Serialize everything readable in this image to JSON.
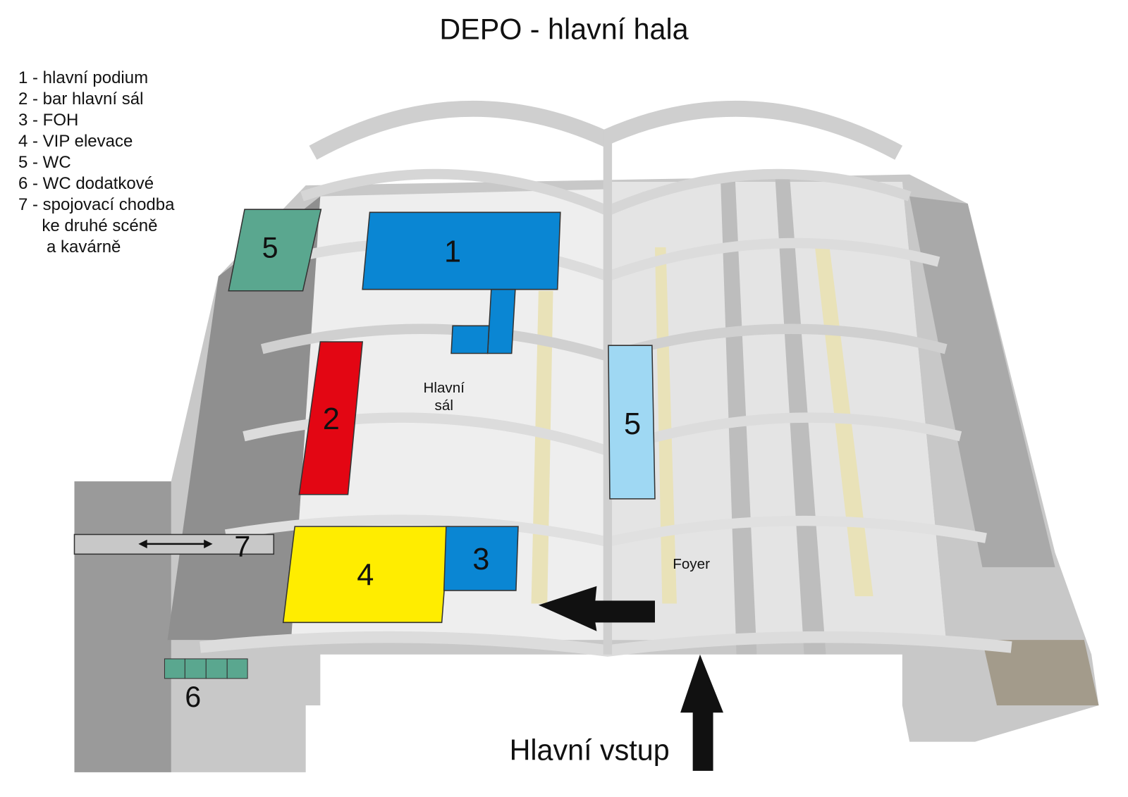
{
  "title": "DEPO - hlavní hala",
  "legend": [
    "1 - hlavní podium",
    "2 - bar hlavní sál",
    "3 - FOH",
    "4 - VIP elevace",
    "5 - WC",
    "6 - WC dodatkové",
    "7 - spojovací chodba",
    "     ke druhé scéně",
    "      a kavárně"
  ],
  "zones": {
    "wc_left": {
      "label": "5",
      "color": "#5aa78f"
    },
    "podium": {
      "label": "1",
      "color": "#0a86d3"
    },
    "bar": {
      "label": "2",
      "color": "#e30613"
    },
    "wc_right": {
      "label": "5",
      "color": "#9fd8f3"
    },
    "vip": {
      "label": "4",
      "color": "#ffed00"
    },
    "foh": {
      "label": "3",
      "color": "#0a86d3"
    },
    "corridor": {
      "label": "7"
    },
    "wc_extra": {
      "label": "6",
      "color": "#5aa78f"
    }
  },
  "areas": {
    "main_hall_line1": "Hlavní",
    "main_hall_line2": "sál",
    "foyer": "Foyer"
  },
  "entrance": "Hlavní vstup"
}
